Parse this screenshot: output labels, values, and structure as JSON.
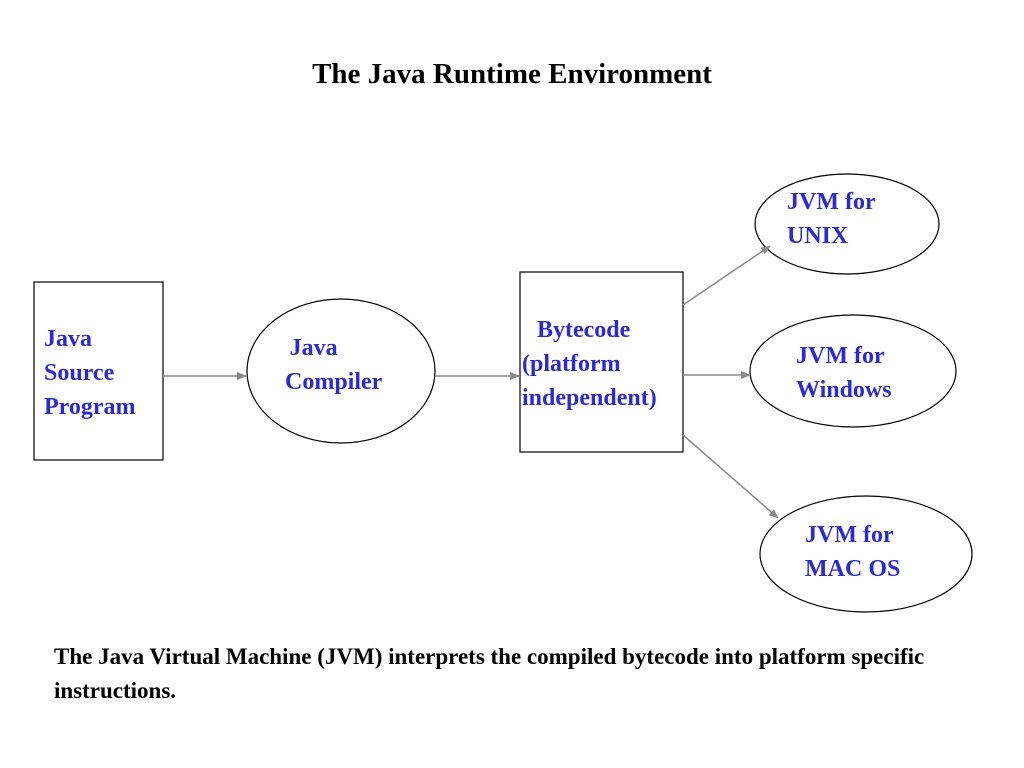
{
  "title": "The Java Runtime Environment",
  "colors": {
    "label_text": "#2b2bd1",
    "shape_stroke": "#000000",
    "arrow": "#8a8a8a"
  },
  "nodes": {
    "source": {
      "line1": "Java",
      "line2": "Source",
      "line3": "Program"
    },
    "compiler": {
      "line1": "Java",
      "line2": "Compiler"
    },
    "bytecode": {
      "line1": "Bytecode",
      "line2": "(platform",
      "line3": "independent)"
    },
    "jvm_unix": {
      "line1": "JVM for",
      "line2": "UNIX"
    },
    "jvm_windows": {
      "line1": "JVM for",
      "line2": "Windows"
    },
    "jvm_mac": {
      "line1": "JVM for",
      "line2": "MAC OS"
    }
  },
  "caption": "The Java Virtual Machine (JVM) interprets the compiled bytecode into platform specific instructions."
}
